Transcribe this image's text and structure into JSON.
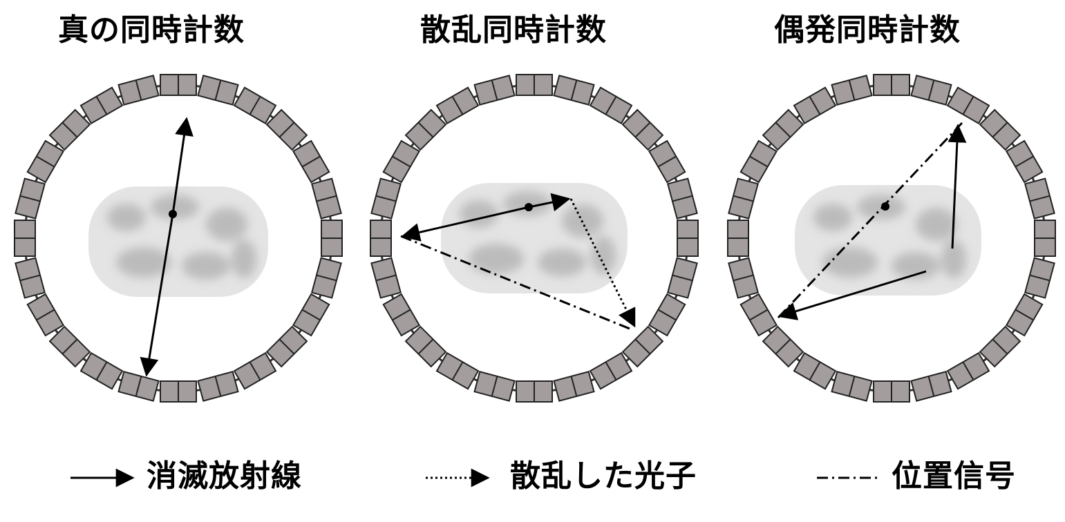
{
  "titles": {
    "true_coincidence": "真の同時計数",
    "scatter_coincidence": "散乱同時計数",
    "random_coincidence": "偶発同時計数"
  },
  "legend": {
    "annihilation_radiation": "消滅放射線",
    "scattered_photon": "散乱した光子",
    "position_signal": "位置信号"
  },
  "colors": {
    "detector_fill": "#a39d9d",
    "detector_stroke": "#222222",
    "ring_stroke": "#333333",
    "line": "#000000"
  }
}
